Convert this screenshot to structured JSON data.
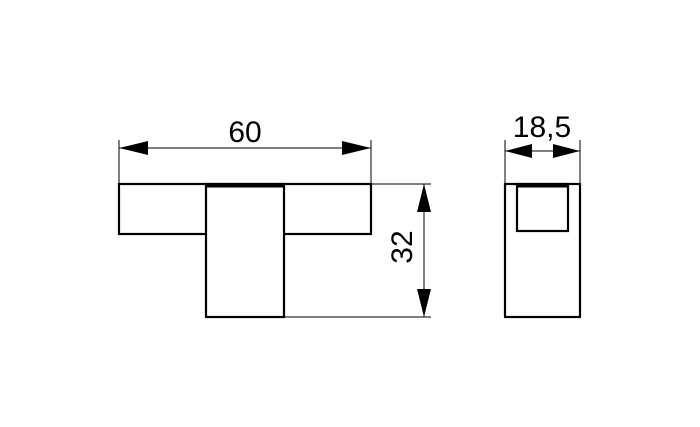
{
  "dimensions": {
    "width_label": "60",
    "height_label": "32",
    "depth_label": "18,5"
  },
  "colors": {
    "line": "#000000",
    "background": "#ffffff"
  }
}
